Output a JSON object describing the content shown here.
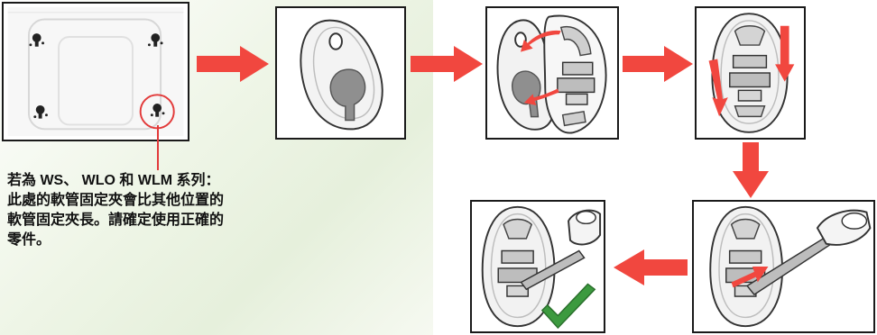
{
  "note": {
    "lines": [
      "若為 WS、 WLO 和 WLM 系列：",
      "此處的軟管固定夾會比其他位置的",
      "軟管固定夾長。請確定使用正確的",
      "零件。"
    ]
  },
  "colors": {
    "arrow": "#f1473f",
    "callout": "#e23a3a",
    "check": "#3c9a3f",
    "border": "#1a1a1a",
    "part_gray": "#9a9a9a"
  },
  "icons": {
    "check": "checkmark-icon",
    "arrow_right": "arrow-right-icon",
    "arrow_down": "arrow-down-icon",
    "arrow_left": "arrow-left-icon"
  }
}
